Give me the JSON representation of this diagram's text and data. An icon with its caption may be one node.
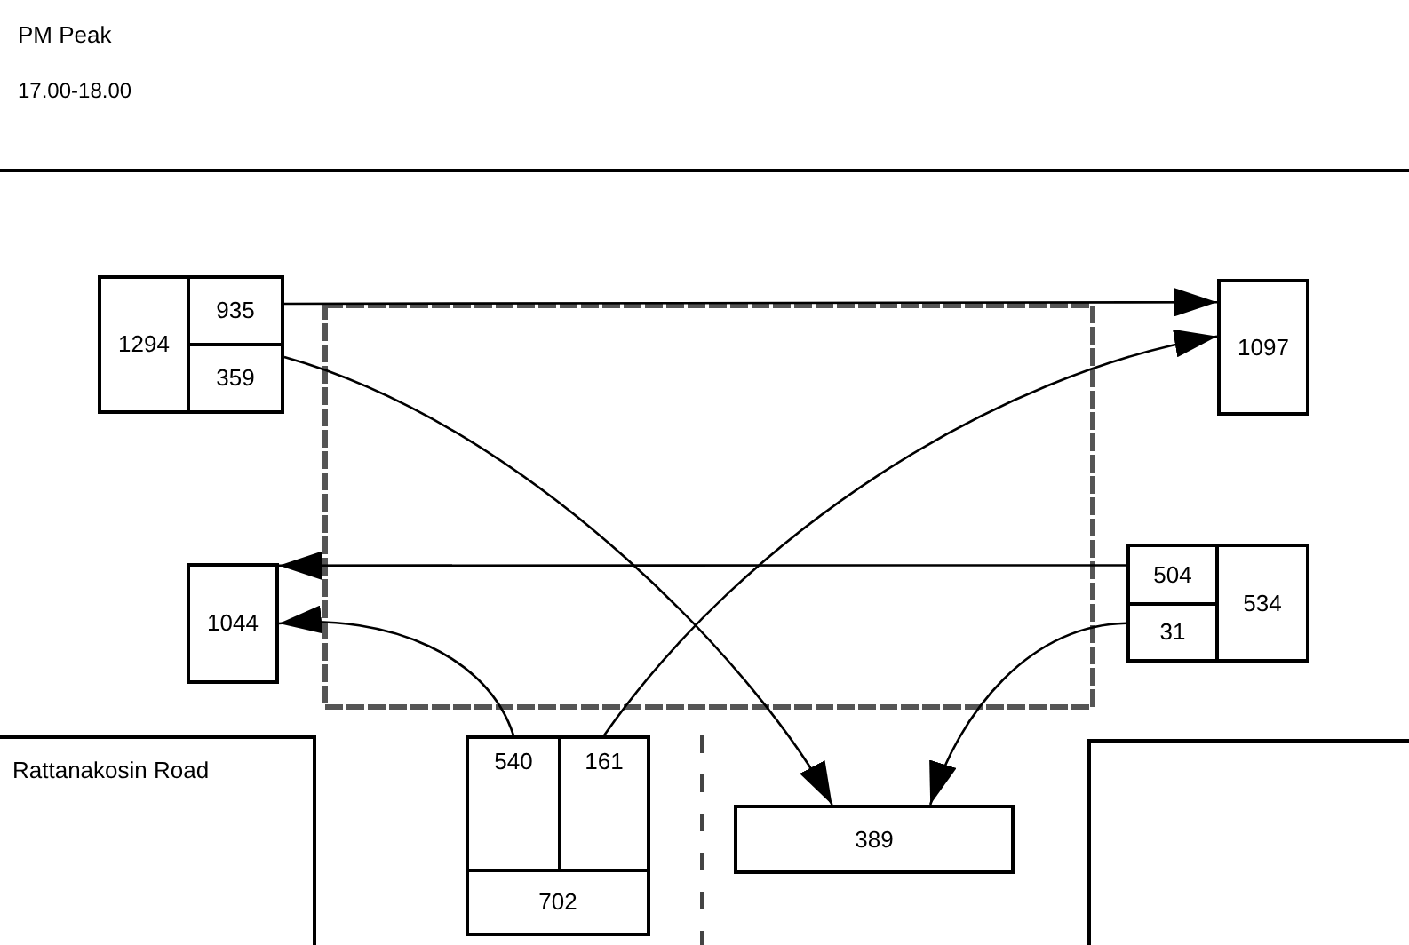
{
  "diagram": {
    "title": "PM Peak",
    "nodes": [
      {
        "text": [
          "1294"
        ]
      },
      {
        "text": [
          "935"
        ]
      },
      {
        "text": [
          "359"
        ]
      },
      {
        "text": [
          "1097"
        ]
      },
      {
        "text": [
          "1044"
        ]
      },
      {
        "text": [
          "504"
        ]
      },
      {
        "text": [
          "31"
        ]
      },
      {
        "text": [
          "534"
        ]
      },
      {
        "text": [
          "Rattanakosin Road"
        ]
      },
      {
        "text": [
          "540"
        ]
      },
      {
        "text": [
          "161"
        ]
      },
      {
        "text": [
          "702"
        ]
      },
      {
        "text": [
          "389"
        ]
      },
      {
        "text": [],
        "shape": "box"
      }
    ],
    "edges": [
      {
        "from": 1,
        "to": 3,
        "arrow": "to"
      },
      {
        "from": 2,
        "to": 12,
        "arrow": "to"
      },
      {
        "from": 5,
        "to": 4,
        "arrow": "to"
      },
      {
        "from": 10,
        "to": 3,
        "arrow": "to"
      },
      {
        "from": 9,
        "to": 4,
        "arrow": "to"
      },
      {
        "from": 6,
        "to": 12,
        "arrow": "to"
      }
    ],
    "labels": [
      "17.00-18.00"
    ]
  }
}
